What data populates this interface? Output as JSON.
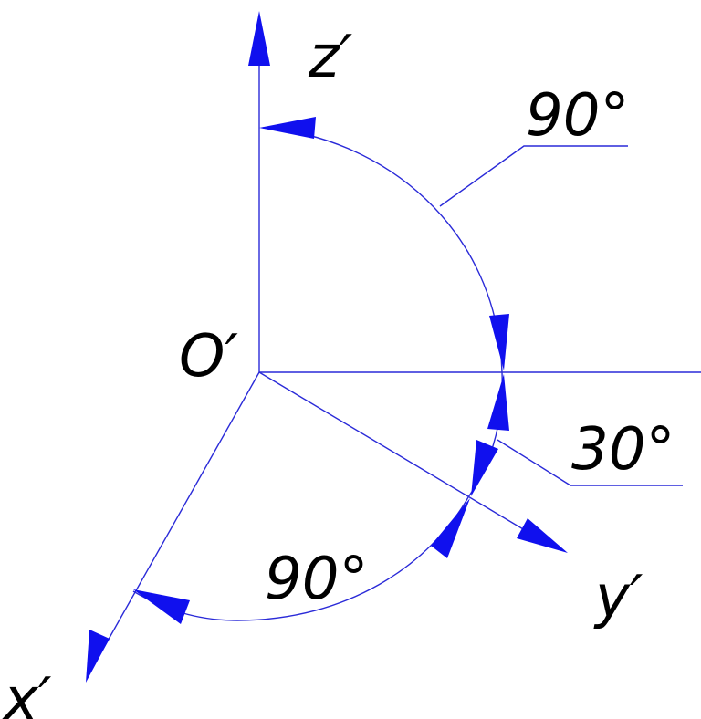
{
  "axes": {
    "z_label": "z′",
    "y_label": "y′",
    "x_label": "x′",
    "origin_label": "O′"
  },
  "angles": {
    "zy_label": "90°",
    "zy_value": 90,
    "horizontal_y_label": "30°",
    "horizontal_y_value": 30,
    "xy_label": "90°",
    "xy_value": 90
  },
  "colors": {
    "line": "#2a2ad8",
    "arrow": "#1010ee",
    "text": "#000000"
  }
}
